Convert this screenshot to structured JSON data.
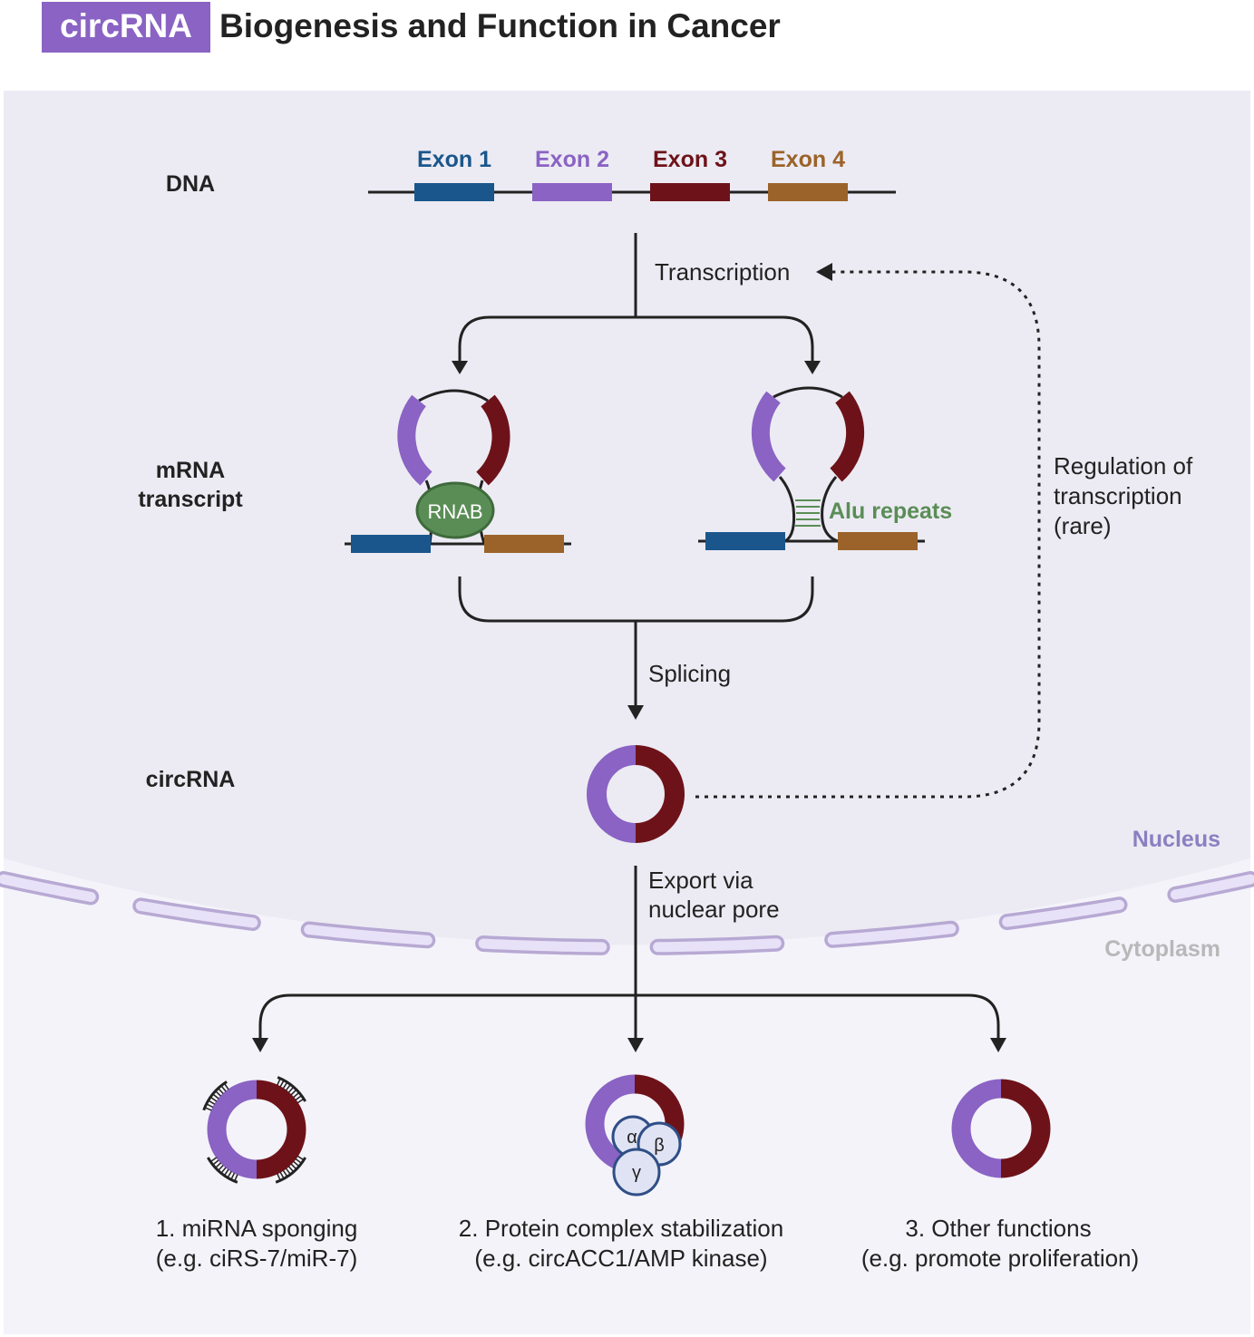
{
  "title": {
    "badge": "circRNA",
    "text": "Biogenesis and Function in Cancer"
  },
  "colors": {
    "purple": "#8a63c4",
    "dark_red": "#6e1219",
    "blue": "#1a568c",
    "brown": "#9b6329",
    "green": "#5a8d56",
    "nucleus_bg": "#ecebf3",
    "cytoplasm_bg": "#f4f3fa",
    "nucleus_label": "#8a80c1",
    "cytoplasm_label": "#b8b8b8",
    "membrane_fill": "#e8e2f8",
    "membrane_stroke": "#b7a9d3"
  },
  "rows": {
    "dna": "DNA",
    "mrna_line1": "mRNA",
    "mrna_line2": "transcript",
    "circrna": "circRNA"
  },
  "exons": [
    {
      "label": "Exon 1",
      "color": "#1a568c"
    },
    {
      "label": "Exon 2",
      "color": "#8a63c4"
    },
    {
      "label": "Exon 3",
      "color": "#6e1219"
    },
    {
      "label": "Exon 4",
      "color": "#9b6329"
    }
  ],
  "steps": {
    "transcription": "Transcription",
    "splicing": "Splicing",
    "export_line1": "Export via",
    "export_line2": "nuclear pore",
    "regulation_line1": "Regulation of",
    "regulation_line2": "transcription",
    "regulation_line3": "(rare)"
  },
  "mechanisms": {
    "rnab": "RNAB",
    "alu": "Alu repeats"
  },
  "compartments": {
    "nucleus": "Nucleus",
    "cytoplasm": "Cytoplasm"
  },
  "protein_subunits": [
    "α",
    "β",
    "γ"
  ],
  "functions": [
    {
      "line1": "1. miRNA sponging",
      "line2": "(e.g. ciRS-7/miR-7)"
    },
    {
      "line1": "2. Protein complex  stabilization",
      "line2": "(e.g. circACC1/AMP kinase)"
    },
    {
      "line1": "3. Other functions",
      "line2": "(e.g. promote proliferation)"
    }
  ]
}
